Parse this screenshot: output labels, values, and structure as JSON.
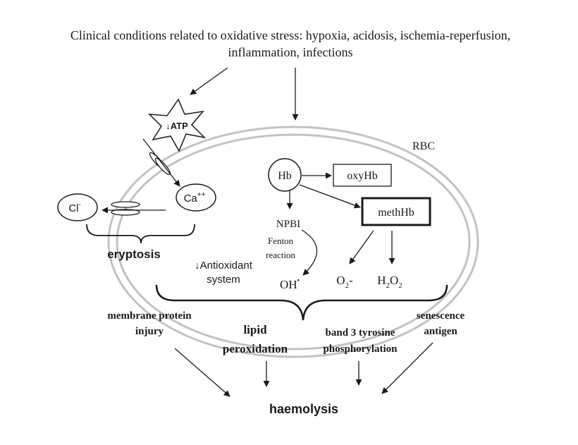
{
  "title": {
    "line1": "Clinical conditions related to oxidative stress: hypoxia, acidosis, ischemia-reperfusion,",
    "line2": "inflammation, infections"
  },
  "cell": {
    "label": "RBC"
  },
  "atp": {
    "arrow": "↓",
    "label": "ATP"
  },
  "ions": {
    "chloride": "Cl",
    "chloride_charge": "-",
    "calcium": "Ca",
    "calcium_charge": "++"
  },
  "eryptosis": "eryptosis",
  "antioxidant": {
    "line1": "↓Antioxidant",
    "line2": "system"
  },
  "hb": {
    "hb": "Hb",
    "oxyhb": "oxyHb",
    "methhb": "methHb",
    "npbi": "NPBI",
    "fenton1": "Fenton",
    "fenton2": "reaction",
    "oh": "OH",
    "oh_sup": "•",
    "o2": "O",
    "o2_sub": "2",
    "o2_sign": "-",
    "h2o2_a": "H",
    "h2o2_b": "2",
    "h2o2_c": "O",
    "h2o2_d": "2"
  },
  "outcomes": {
    "membrane1": "membrane protein",
    "membrane2": "injury",
    "lipid1": "lipid",
    "lipid2": "peroxidation",
    "band1": "band 3 tyrosine",
    "band2": "phosphorylation",
    "senescence1": "senescence",
    "senescence2": "antigen"
  },
  "haemolysis": "haemolysis"
}
